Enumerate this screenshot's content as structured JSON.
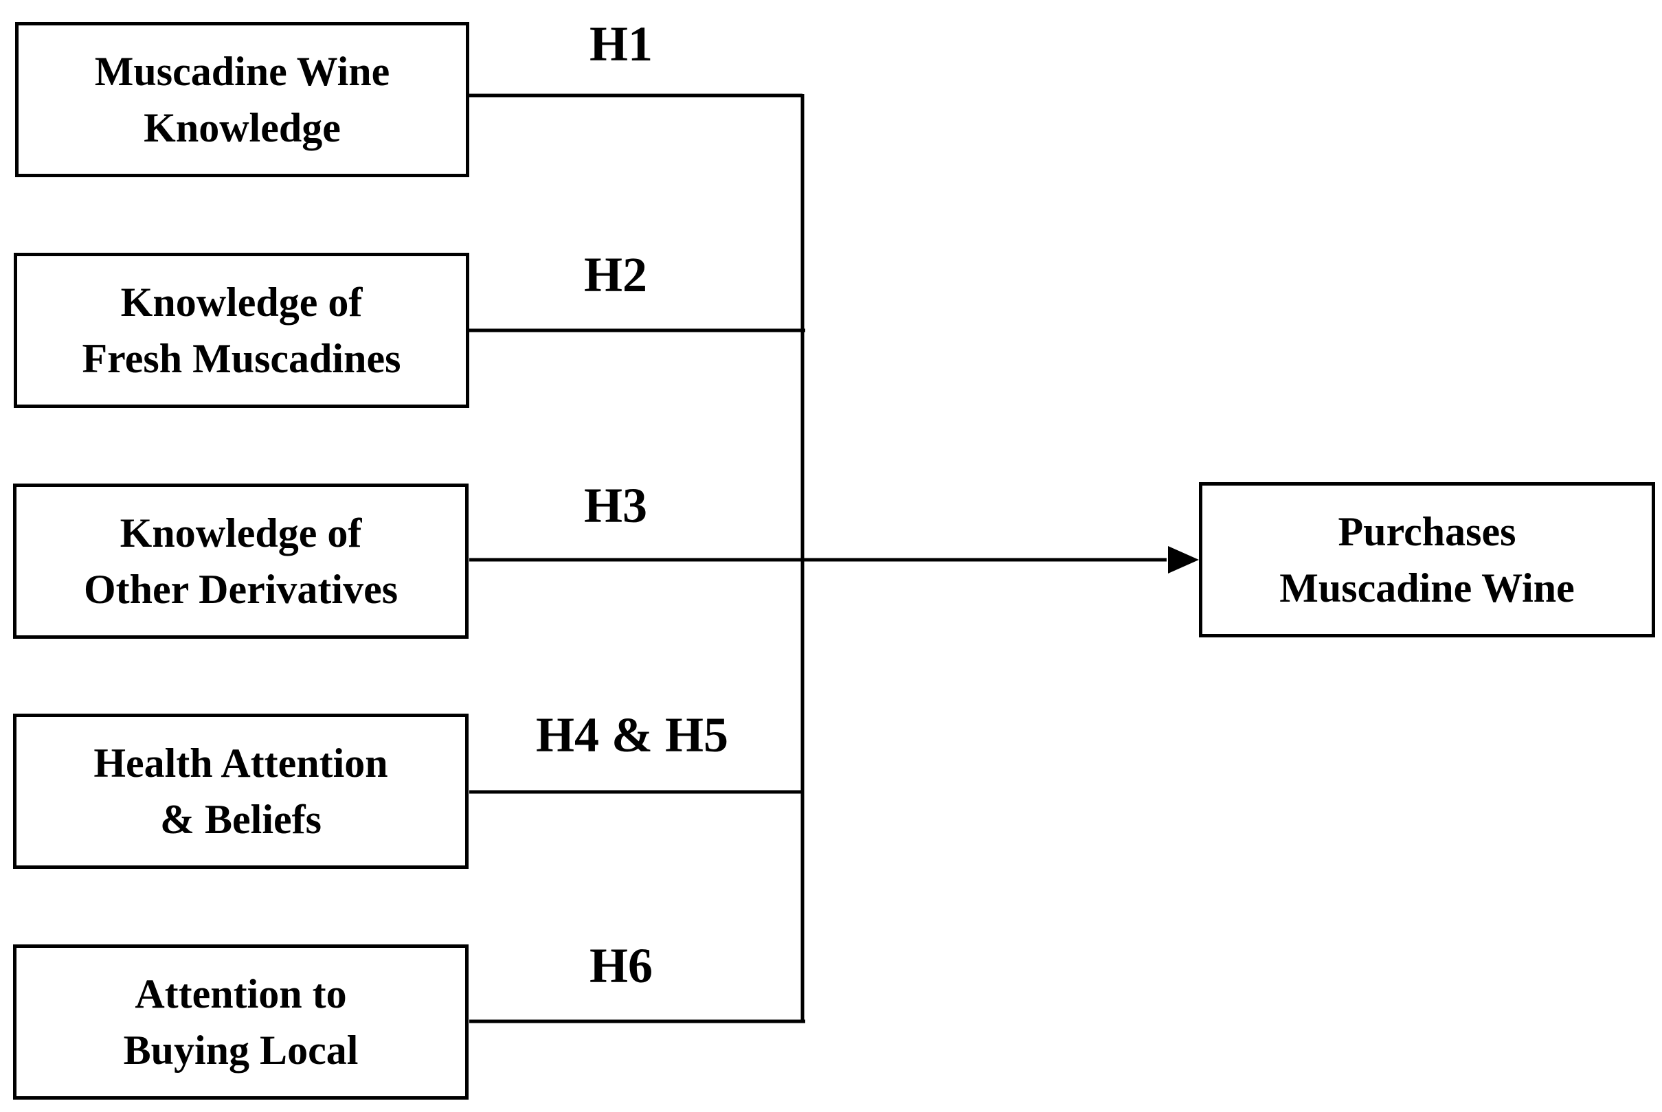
{
  "factors": [
    {
      "id": "muscadine-wine-knowledge",
      "label": "Muscadine Wine\nKnowledge",
      "hypothesis": "H1"
    },
    {
      "id": "knowledge-fresh-muscadines",
      "label": "Knowledge of\nFresh Muscadines",
      "hypothesis": "H2"
    },
    {
      "id": "knowledge-other-derivatives",
      "label": "Knowledge of\nOther Derivatives",
      "hypothesis": "H3"
    },
    {
      "id": "health-attention-beliefs",
      "label": "Health Attention\n& Beliefs",
      "hypothesis": "H4 & H5"
    },
    {
      "id": "attention-buying-local",
      "label": "Attention to\nBuying Local",
      "hypothesis": "H6"
    }
  ],
  "outcome": {
    "label": "Purchases\nMuscadine Wine"
  }
}
